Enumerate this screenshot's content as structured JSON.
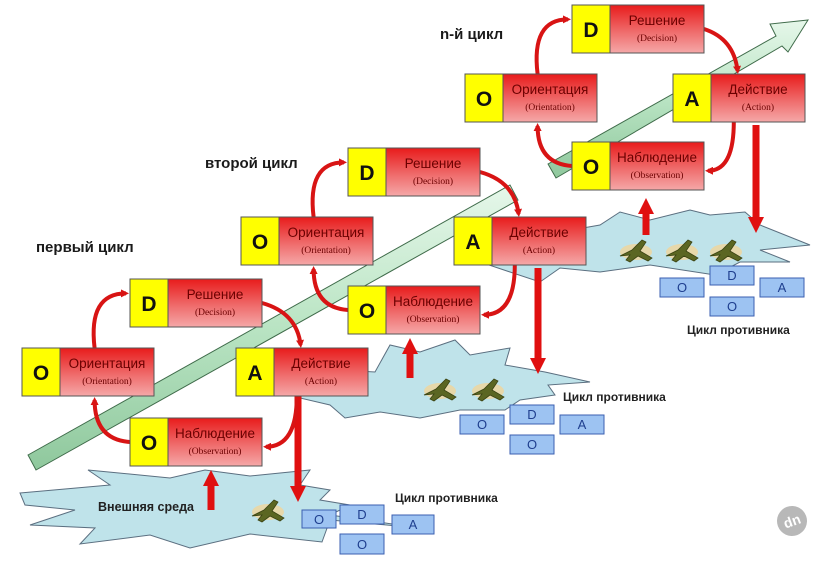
{
  "labels": {
    "cycle1": "первый цикл",
    "cycle2": "второй цикл",
    "cycleN": "n-й цикл",
    "environment": "Внешняя среда",
    "enemy_cycle": "Цикл противника",
    "watermark": "dn"
  },
  "ooda_steps": {
    "decide": {
      "letter": "D",
      "ru": "Решение",
      "en": "(Decision)"
    },
    "orient": {
      "letter": "O",
      "ru": "Ориентация",
      "en": "(Orientation)"
    },
    "act": {
      "letter": "A",
      "ru": "Действие",
      "en": "(Action)"
    },
    "observe": {
      "letter": "O",
      "ru": "Наблюдение",
      "en": "(Observation)"
    }
  },
  "enemy_letters": {
    "o1": "O",
    "d": "D",
    "a": "A",
    "o2": "O"
  },
  "colors": {
    "letter_box": "#ffff00",
    "step_red_top": "#e81c1c",
    "step_red_bottom": "#f5a3a3",
    "arrow_red": "#e01010",
    "timeline_green": "#bfe8c8",
    "cloud": "#bfe3ea",
    "enemy_box": "#9dc3f2"
  }
}
